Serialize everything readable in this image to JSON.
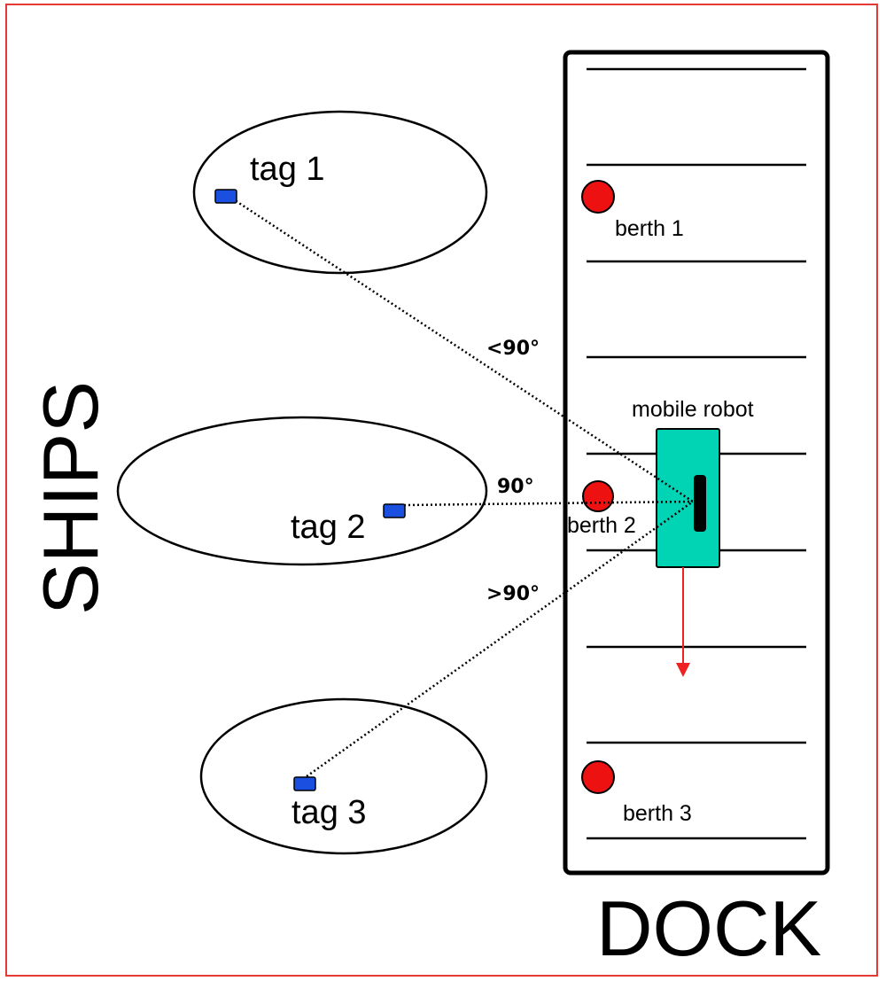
{
  "labels": {
    "ships": "SHIPS",
    "dock": "DOCK",
    "tag1": "tag 1",
    "tag2": "tag 2",
    "tag3": "tag 3",
    "berth1": "berth 1",
    "berth2": "berth 2",
    "berth3": "berth 3",
    "robot": "mobile robot",
    "angle_lt": "<90°",
    "angle_eq": "90°",
    "angle_gt": ">90°"
  },
  "colors": {
    "frame": "#e53935",
    "berth": "#ee1111",
    "tag": "#1a4fe0",
    "robot_body": "#00d4b4",
    "arrow": "#ee2222",
    "ink": "#000000"
  }
}
